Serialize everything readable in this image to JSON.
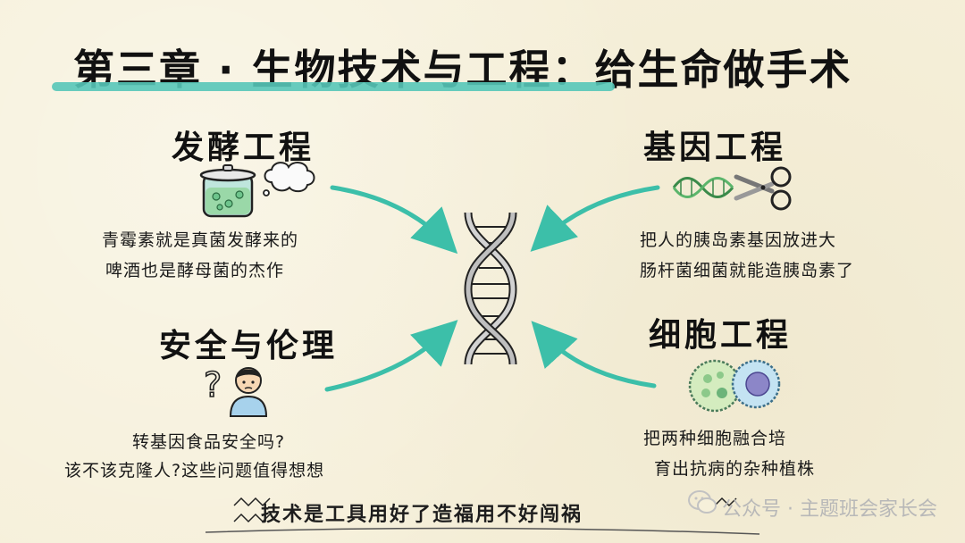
{
  "title": "第三章 · 生物技术与工程：给生命做手术",
  "sections": [
    {
      "heading": "发酵工程",
      "lines": [
        "青霉素就是真菌发酵来的",
        "啤酒也是酵母菌的杰作"
      ]
    },
    {
      "heading": "基因工程",
      "lines": [
        "把人的胰岛素基因放进大",
        "肠杆菌细菌就能造胰岛素了"
      ]
    },
    {
      "heading": "安全与伦理",
      "lines": [
        "转基因食品安全吗?",
        "该不该克隆人?这些问题值得想想"
      ]
    },
    {
      "heading": "细胞工程",
      "lines": [
        "把两种细胞融合培",
        "育出抗病的杂种植株"
      ]
    }
  ],
  "footer": "技术是工具用好了造福用不好闯祸",
  "watermark": "公众号 · 主题班会家长会",
  "colors": {
    "accent": "#57c7b8",
    "background": "#f6f0da",
    "dna_strand": "#c9c9c9"
  },
  "icons": [
    "pot-icon",
    "thought-cloud-icon",
    "dna-helix-icon",
    "scissors-icon",
    "question-icon",
    "person-icon",
    "cells-icon",
    "wechat-icon"
  ]
}
